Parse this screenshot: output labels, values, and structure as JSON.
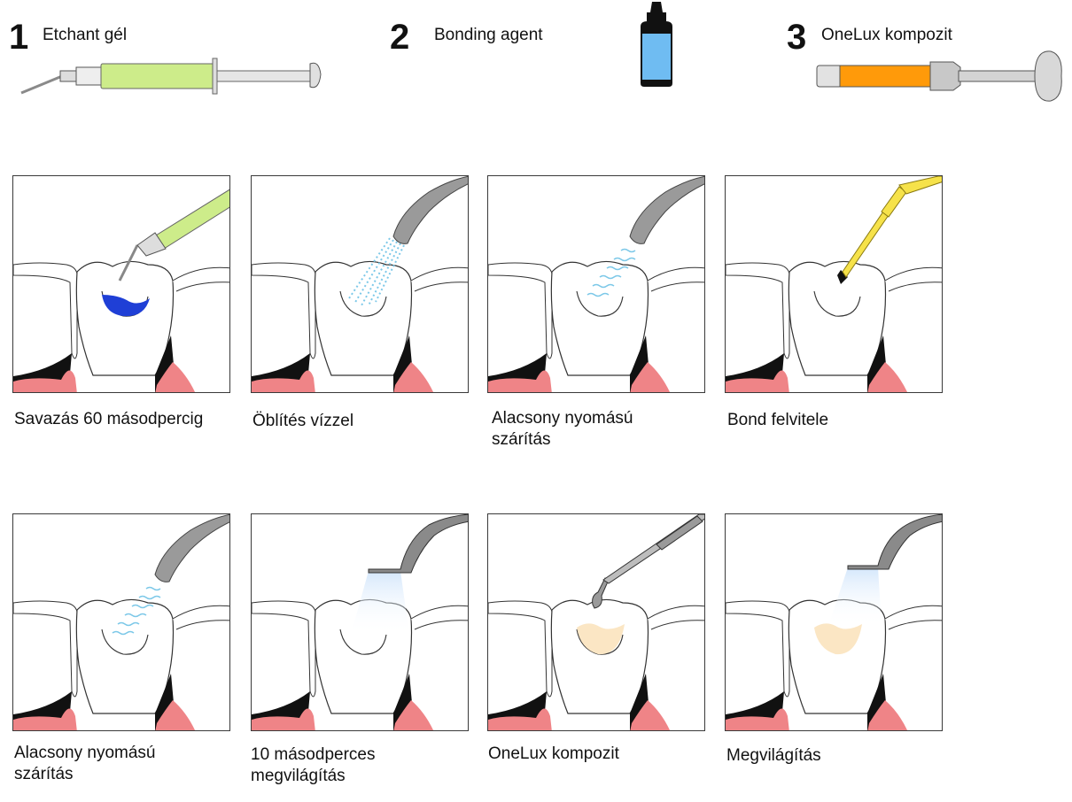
{
  "materials": [
    {
      "number": "1",
      "label": "Etchant gél"
    },
    {
      "number": "2",
      "label": "Bonding agent"
    },
    {
      "number": "3",
      "label": "OneLux kompozit"
    }
  ],
  "steps": [
    {
      "caption": "Savazás 60 másodpercig",
      "tool_icon": "etchant-syringe-icon",
      "fill_color": "#1f3fd6"
    },
    {
      "caption": "Öblítés vízzel",
      "tool_icon": "water-spray-nozzle-icon"
    },
    {
      "caption": "Alacsony nyomású szárítás",
      "tool_icon": "air-dry-nozzle-icon"
    },
    {
      "caption": "Bond felvitele",
      "tool_icon": "bond-applicator-brush-icon"
    },
    {
      "caption": "Alacsony nyomású szárítás",
      "tool_icon": "air-dry-nozzle-icon"
    },
    {
      "caption": "10 másodperces megvilágítás",
      "tool_icon": "curing-light-icon"
    },
    {
      "caption": "OneLux kompozit",
      "tool_icon": "composite-instrument-icon",
      "fill_color": "#fbe6c4"
    },
    {
      "caption": "Megvilágítás",
      "tool_icon": "curing-light-icon",
      "fill_color": "#fbe6c4"
    }
  ],
  "colors": {
    "etchant_green": "#cdec8a",
    "bond_blue": "#6fbcf2",
    "composite_orange": "#ff9a0a",
    "gum_pink": "#ef8487",
    "instrument_gray": "#9a9a9a",
    "bond_brush_yellow": "#f6e24a"
  }
}
